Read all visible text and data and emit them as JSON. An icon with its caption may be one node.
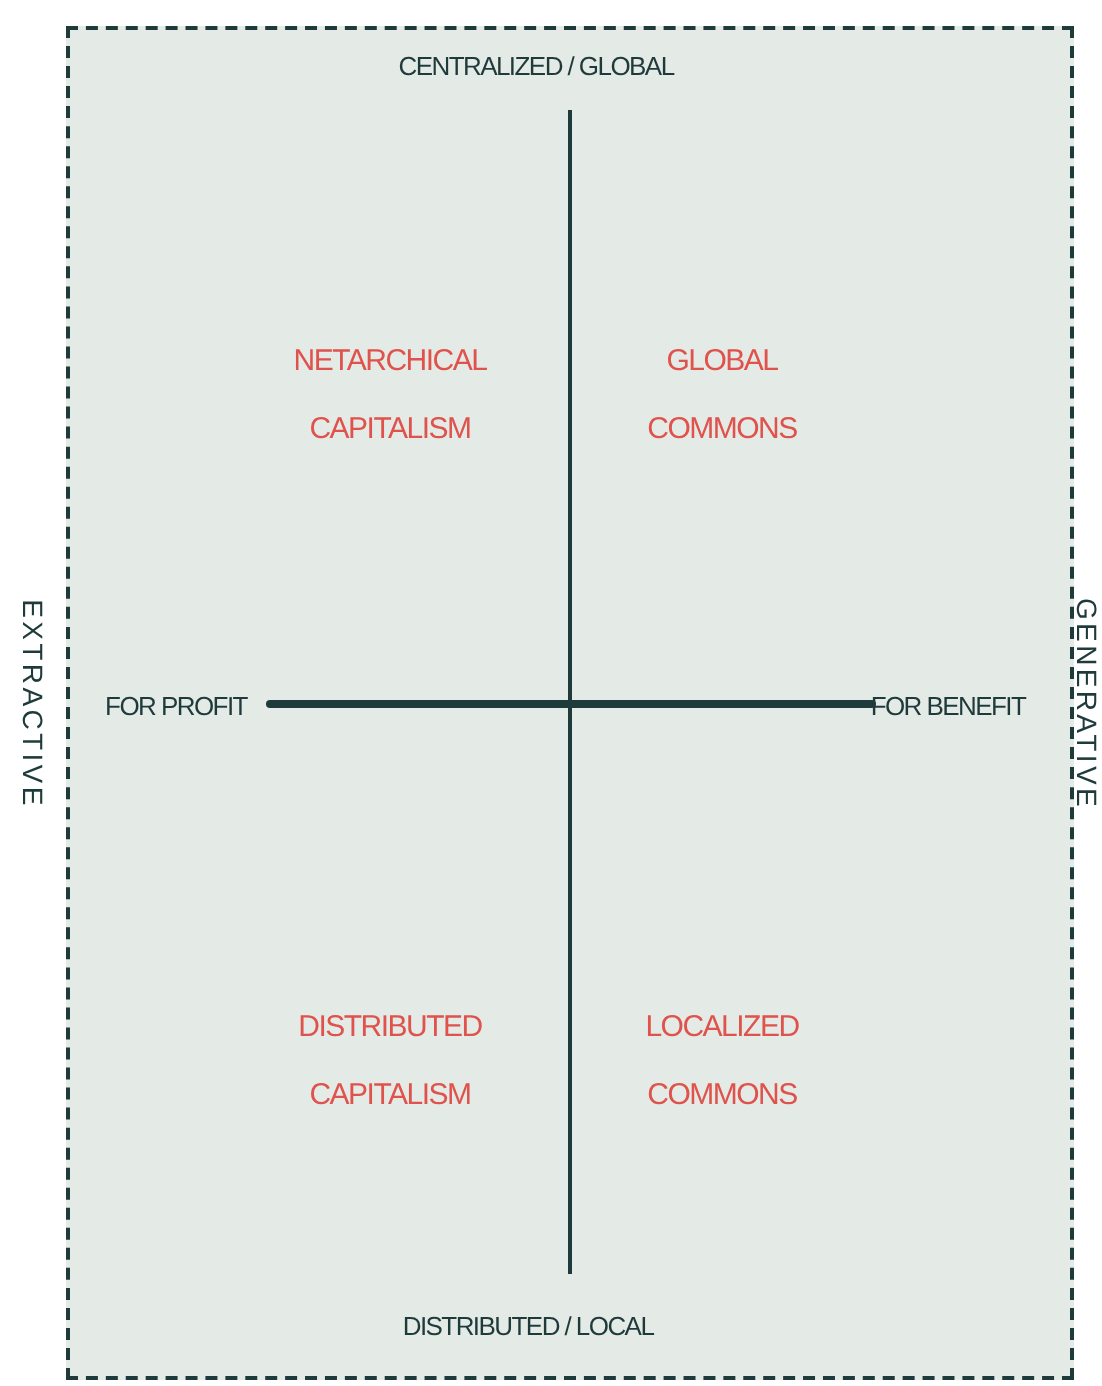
{
  "diagram": {
    "labels": [
      "CENTRALIZED / GLOBAL",
      "NETARCHICAL CAPITALISM",
      "GLOBAL COMMONS",
      "EXTRACTIVE",
      "FOR PROFIT",
      "FOR BENEFIT",
      "GENERATIVE",
      "DISTRIBUTED CAPITALISM",
      "LOCALIZED COMMONS",
      "DISTRIBUTED / LOCAL"
    ]
  }
}
